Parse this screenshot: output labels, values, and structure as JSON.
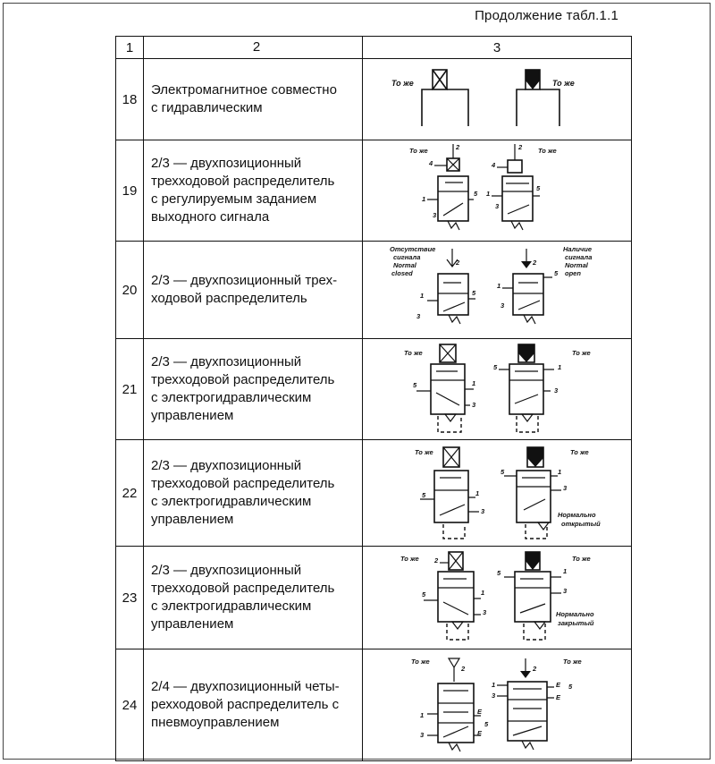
{
  "caption": "Продолжение табл.1.1",
  "header": {
    "col1": "1",
    "col2": "2",
    "col3": "3"
  },
  "rows": [
    {
      "num": "18",
      "lines": [
        "Электромагнитное совместно",
        "с гидравлическим"
      ],
      "labels": {
        "left": "То же",
        "right": "То же"
      }
    },
    {
      "num": "19",
      "lines": [
        "2/3 — двухпозиционный",
        "трехходовой распределитель",
        "с регулируемым заданием",
        "выходного сигнала"
      ],
      "labels": {
        "left": "То же",
        "right": "То же",
        "p2a": "2",
        "p4": "4",
        "p1a": "1",
        "p5a": "5",
        "p3a": "3",
        "p2b": "2",
        "p4b": "4",
        "p1b": "1",
        "p5b": "5",
        "p3b": "3"
      }
    },
    {
      "num": "20",
      "lines": [
        "2/3 — двухпозиционный трех-",
        "ходовой распределитель"
      ],
      "labels": {
        "leftA": "Отсутствие",
        "leftB": "сигнала",
        "leftC": "Normal",
        "leftD": "closed",
        "rightA": "Наличие",
        "rightB": "сигнала",
        "rightC": "Normal",
        "rightD": "open",
        "p2a": "2",
        "p1a": "1",
        "p5a": "5",
        "p3a": "3",
        "p2b": "2",
        "p1b": "1",
        "p5b": "5",
        "p3b": "3"
      }
    },
    {
      "num": "21",
      "lines": [
        "2/3 — двухпозиционный",
        "трехходовой распределитель",
        "с электрогидравлическим",
        "управлением"
      ],
      "labels": {
        "left": "То же",
        "right": "То же",
        "p5a": "5",
        "p1a": "1",
        "p3a": "3",
        "p5b": "5",
        "p1b": "1",
        "p3b": "3"
      }
    },
    {
      "num": "22",
      "lines": [
        "2/3 — двухпозиционный",
        "трехходовой распределитель",
        "с электрогидравлическим",
        "управлением"
      ],
      "labels": {
        "left": "То же",
        "right": "То же",
        "p5a": "5",
        "p1a": "1",
        "p3a": "3",
        "p5b": "5",
        "p1b": "1",
        "p3b": "3",
        "noteA": "Нормально",
        "noteB": "открытый"
      }
    },
    {
      "num": "23",
      "lines": [
        "2/3 — двухпозиционный",
        "трехходовой распределитель",
        "с электрогидравлическим",
        "управлением"
      ],
      "labels": {
        "left": "То же",
        "right": "То же",
        "p2a": "2",
        "p5a": "5",
        "p1a": "1",
        "p3a": "3",
        "p5b": "5",
        "p1b": "1",
        "p3b": "3",
        "noteA": "Нормально",
        "noteB": "закрытый"
      }
    },
    {
      "num": "24",
      "lines": [
        "2/4 — двухпозиционный четы-",
        "рехходовой распределитель с",
        "пневмоуправлением"
      ],
      "labels": {
        "left": "То же",
        "right": "То же",
        "p2a": "2",
        "p1a": "1",
        "p3a": "3",
        "p5a": "5",
        "pEa": "E",
        "pEa2": "E",
        "p2b": "2",
        "p1b": "1",
        "p3b": "3",
        "p5b": "5",
        "pEb": "E",
        "pEb2": "E"
      }
    }
  ]
}
